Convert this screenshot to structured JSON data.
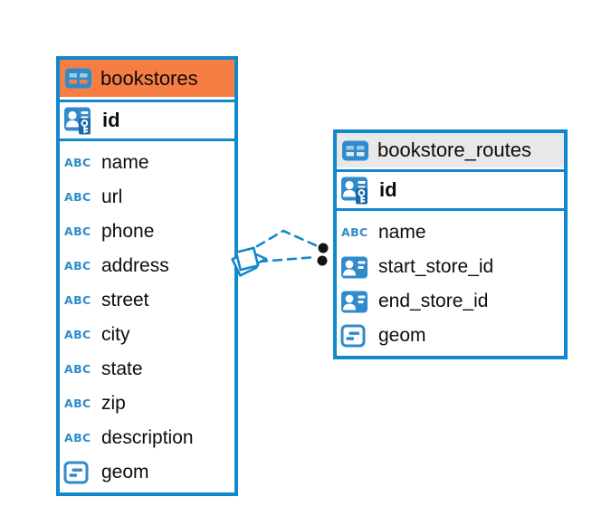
{
  "canvas": {
    "background": "#FFFFFF"
  },
  "colors": {
    "accent_blue": "#1088CB",
    "icon_blue": "#2F8BCB",
    "icon_light_blue": "#9CC9E8",
    "key_badge_blue": "#1668A8",
    "orange_header": "#F67E44",
    "gray_header": "#E8E8E8",
    "text": "#0D0D0D",
    "dot_black": "#121212"
  },
  "tables": [
    {
      "name": "bookstores",
      "header_style": "orange",
      "header_color": "#F67E44",
      "table_icon": "table-icon",
      "primary_key": {
        "name": "id",
        "icon": "primary-key-icon"
      },
      "columns": [
        {
          "name": "name",
          "icon": "text-icon"
        },
        {
          "name": "url",
          "icon": "text-icon"
        },
        {
          "name": "phone",
          "icon": "text-icon"
        },
        {
          "name": "address",
          "icon": "text-icon"
        },
        {
          "name": "street",
          "icon": "text-icon"
        },
        {
          "name": "city",
          "icon": "text-icon"
        },
        {
          "name": "state",
          "icon": "text-icon"
        },
        {
          "name": "zip",
          "icon": "text-icon"
        },
        {
          "name": "description",
          "icon": "text-icon"
        },
        {
          "name": "geom",
          "icon": "geometry-icon"
        }
      ]
    },
    {
      "name": "bookstore_routes",
      "header_style": "gray",
      "header_color": "#E8E8E8",
      "table_icon": "table-icon",
      "primary_key": {
        "name": "id",
        "icon": "primary-key-icon"
      },
      "columns": [
        {
          "name": "name",
          "icon": "text-icon"
        },
        {
          "name": "start_store_id",
          "icon": "ref-id-icon"
        },
        {
          "name": "end_store_id",
          "icon": "ref-id-icon"
        },
        {
          "name": "geom",
          "icon": "geometry-icon"
        }
      ]
    }
  ],
  "connector": {
    "line_style": "dashed",
    "line_count": 2,
    "start_marker": "diamond-marker",
    "end_marker": "dot-marker"
  }
}
